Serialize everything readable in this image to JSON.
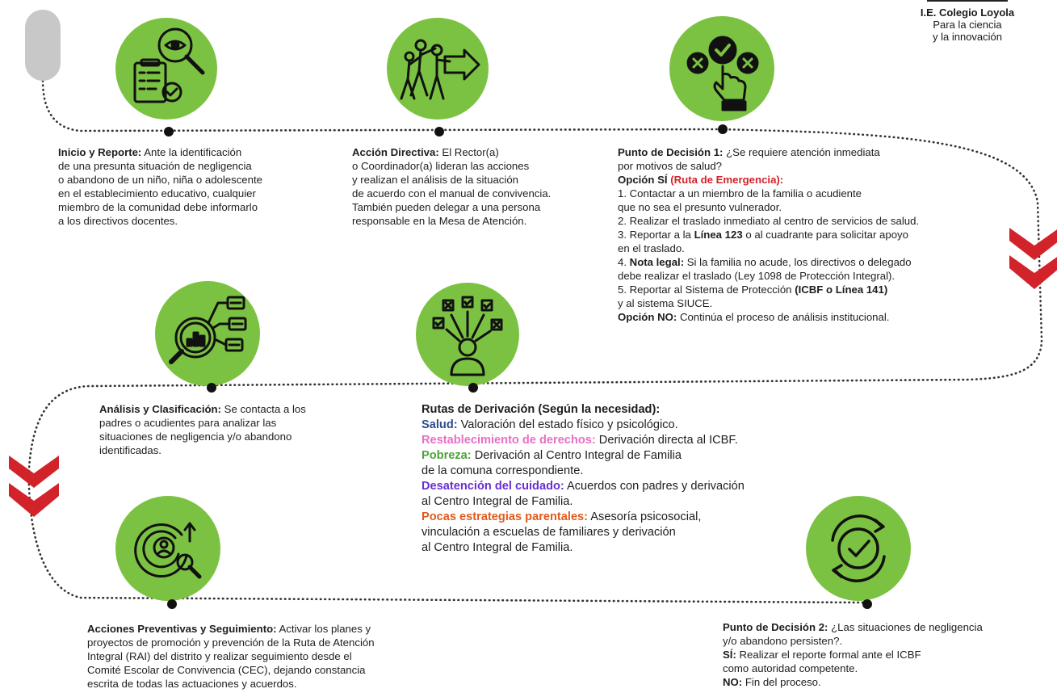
{
  "school": {
    "name": "I.E. Colegio Loyola",
    "tagline_1": "Para la ciencia",
    "tagline_2": "y la innovación"
  },
  "colors": {
    "circle": "#7cc242",
    "accent_red": "#d2232a",
    "salud": "#2e4d8c",
    "restablecimiento": "#e86fc4",
    "pobreza": "#4aa33a",
    "desatencion": "#6a2fd1",
    "pocas": "#e05a1c"
  },
  "icons": [
    "report-magnifier-icon",
    "leadership-arrow-icon",
    "decision-hand-icon",
    "analysis-magnifier-icon",
    "derivation-person-icon",
    "prevention-target-icon",
    "cycle-check-icon"
  ],
  "step1": {
    "title": "Inicio y Reporte:",
    "l1": "Ante la identificación",
    "l2": "de una presunta situación de negligencia",
    "l3": "o abandono de un niño, niña o adolescente",
    "l4": "en el establecimiento educativo, cualquier",
    "l5": "miembro de la comunidad debe informarlo",
    "l6": "a los directivos docentes."
  },
  "step2": {
    "title": "Acción Directiva:",
    "l1": "El Rector(a)",
    "l2": "o Coordinador(a) lideran las acciones",
    "l3": "y realizan el análisis de la situación",
    "l4": "de acuerdo con el manual de convivencia.",
    "l5": "También pueden delegar a una persona",
    "l6": "responsable en la Mesa de Atención."
  },
  "step3": {
    "title": "Punto de Decisión 1:",
    "q1": "¿Se requiere atención inmediata",
    "q2": "por motivos de salud?",
    "si_label": "Opción SÍ",
    "si_route": "(Ruta de Emergencia):",
    "i1a": "1. Contactar a un miembro de la familia o acudiente",
    "i1b": "que no sea el presunto vulnerador.",
    "i2": "2. Realizar el traslado inmediato al centro de servicios de salud.",
    "i3a_pre": "3. Reportar a la",
    "i3a_bold": "Línea 123",
    "i3a_post": "o al cuadrante para solicitar apoyo",
    "i3b": "en el traslado.",
    "i4_pre": "4.",
    "i4_bold": "Nota legal:",
    "i4a": "Si la familia no acude, los directivos o delegado",
    "i4b": "debe realizar el traslado (Ley 1098 de Protección Integral).",
    "i5_pre": "5. Reportar al Sistema de Protección",
    "i5_bold": "(ICBF o Línea 141)",
    "i5b": "y al sistema SIUCE.",
    "no_label": "Opción NO:",
    "no_text": "Continúa el proceso de análisis institucional."
  },
  "step4": {
    "title": "Análisis y Clasificación:",
    "l1": "Se contacta a los",
    "l2": "padres o acudientes para analizar las",
    "l3": "situaciones de negligencia y/o abandono",
    "l4": "identificadas."
  },
  "step5": {
    "title": "Rutas de Derivación (Según la necesidad):",
    "salud_label": "Salud:",
    "salud_text": "Valoración del estado físico y psicológico.",
    "rest_label": "Restablecimiento de derechos:",
    "rest_text": "Derivación directa al ICBF.",
    "pob_label": "Pobreza:",
    "pob_text1": "Derivación al Centro Integral de Familia",
    "pob_text2": "de la comuna correspondiente.",
    "des_label": "Desatención del cuidado:",
    "des_text1": "Acuerdos con padres y derivación",
    "des_text2": "al Centro Integral de Familia.",
    "poc_label": "Pocas estrategias parentales:",
    "poc_text1": "Asesoría psicosocial,",
    "poc_text2": "vinculación a escuelas de familiares y derivación",
    "poc_text3": "al Centro Integral de Familia."
  },
  "step6": {
    "title": "Acciones Preventivas y Seguimiento:",
    "l1": "Activar los planes y",
    "l2": "proyectos de promoción y prevención de la Ruta de Atención",
    "l3": "Integral (RAI) del distrito y realizar seguimiento desde el",
    "l4": "Comité Escolar de Convivencia (CEC), dejando constancia",
    "l5": "escrita de todas las actuaciones y acuerdos."
  },
  "step7": {
    "title": "Punto de Decisión 2:",
    "q1": "¿Las situaciones de negligencia",
    "q2": "y/o abandono persisten?.",
    "si_label": "SÍ:",
    "si1": "Realizar el reporte formal ante el ICBF",
    "si2": "como autoridad competente.",
    "no_label": "NO:",
    "no_text": "Fin del proceso."
  }
}
